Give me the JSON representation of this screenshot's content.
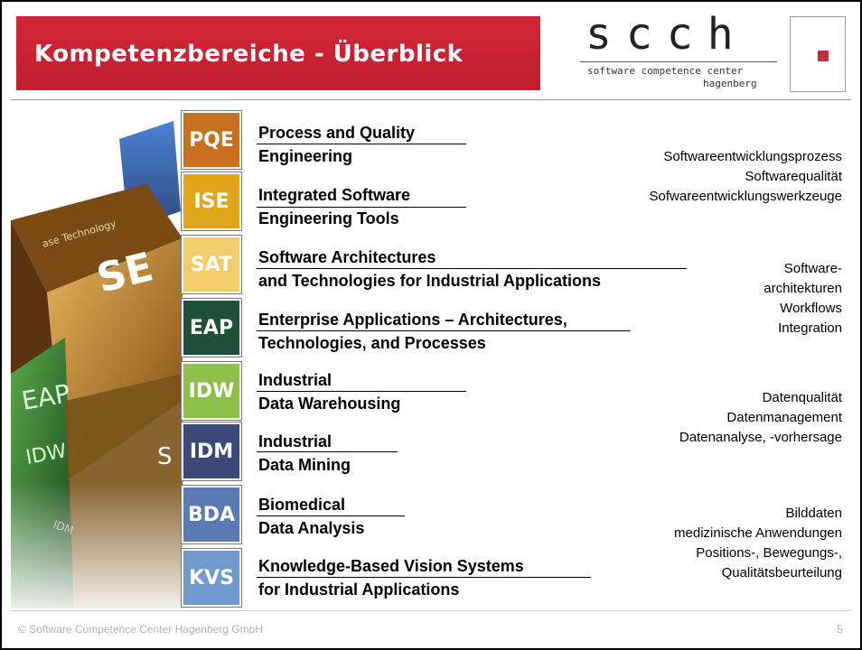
{
  "slide": {
    "title": "Kompetenzbereiche - Überblick",
    "logo": {
      "word": "scch",
      "line1": "software competence center",
      "line2": "hagenberg"
    },
    "areas": [
      {
        "code": "PQE",
        "color": "#c8701e",
        "line1": "Process and Quality",
        "line2": "Engineering"
      },
      {
        "code": "ISE",
        "color": "#e0a51a",
        "line1": "Integrated Software",
        "line2": "Engineering Tools"
      },
      {
        "code": "SAT",
        "color": "#f2cc6a",
        "line1": "Software Architectures",
        "line2": "and Technologies for Industrial Applications"
      },
      {
        "code": "EAP",
        "color": "#1f4f3a",
        "line1": "Enterprise Applications – Architectures,",
        "line2": "Technologies, and Processes"
      },
      {
        "code": "IDW",
        "color": "#8cc04a",
        "line1": "Industrial",
        "line2": "Data Warehousing"
      },
      {
        "code": "IDM",
        "color": "#3a4a78",
        "line1": "Industrial",
        "line2": "Data Mining"
      },
      {
        "code": "BDA",
        "color": "#5a7ab4",
        "line1": "Biomedical",
        "line2": "Data Analysis"
      },
      {
        "code": "KVS",
        "color": "#6f9ad0",
        "line1": "Knowledge-Based Vision Systems",
        "line2": "for Industrial Applications"
      }
    ],
    "descriptions": [
      [
        "Softwareentwicklungsprozess",
        "Softwarequalität",
        "Sofwareentwicklungswerkzeuge"
      ],
      [
        "Software-",
        "architekturen",
        "Workflows",
        "Integration"
      ],
      [
        "Datenqualität",
        "Datenmanagement",
        "Datenanalyse, -vorhersage"
      ],
      [
        "Bilddaten",
        "medizinische Anwendungen",
        "Positions-, Bewegungs-,",
        "Qualitätsbeurteilung"
      ]
    ],
    "art_labels": {
      "l1": "ase Technology",
      "l2": "SE",
      "l3": "EAP",
      "l4": "IDW",
      "l5": "IDM",
      "l6": "S"
    },
    "footer": "© Software Competence Center Hagenberg GmbH",
    "page": "5"
  }
}
